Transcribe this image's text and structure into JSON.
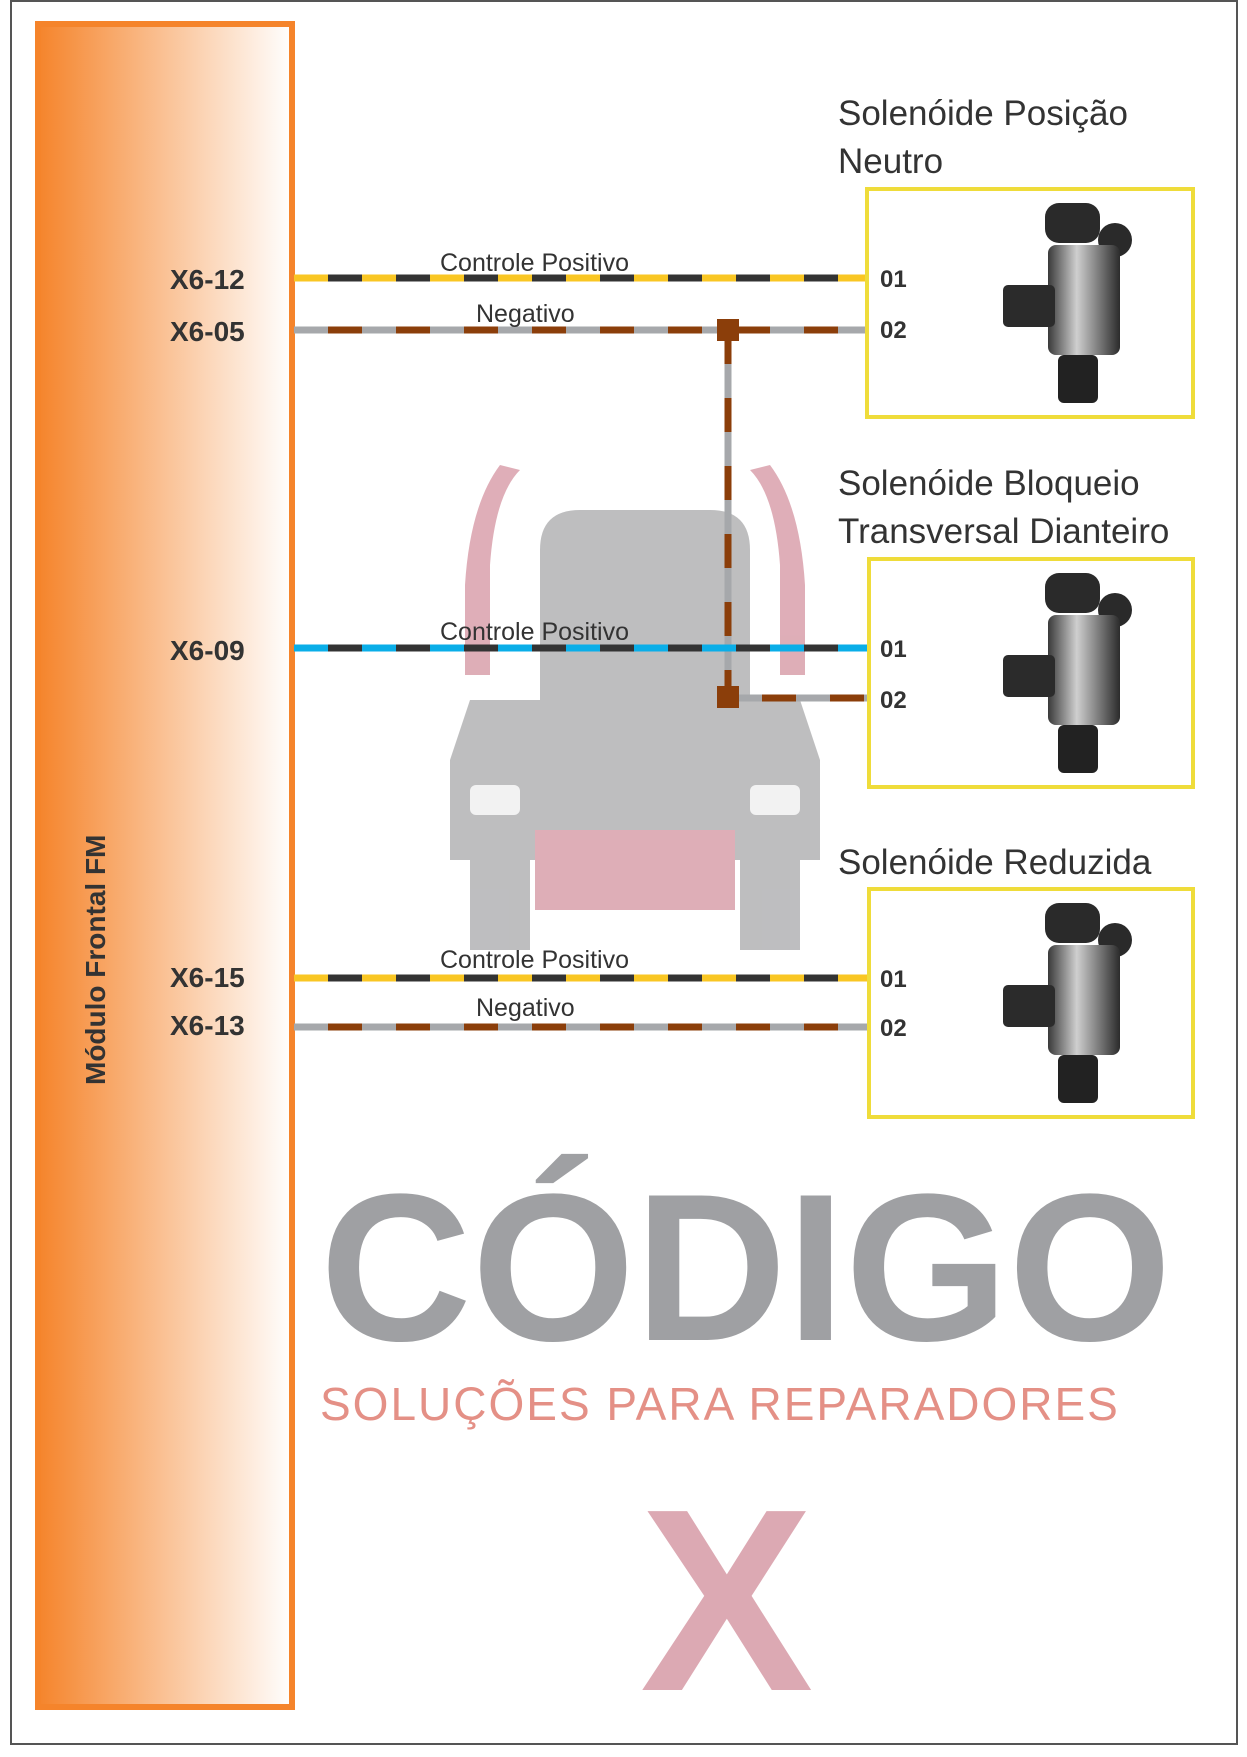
{
  "module": {
    "label": "Módulo Frontal FM"
  },
  "connections": [
    {
      "pin": "X6-12",
      "wire_label": "Controle Positivo",
      "colors": [
        "#f9c623",
        "#333333"
      ],
      "terminal": "01"
    },
    {
      "pin": "X6-05",
      "wire_label": "Negativo",
      "colors": [
        "#a6a8ab",
        "#8b3e0a"
      ],
      "terminal": "02"
    },
    {
      "pin": "X6-09",
      "wire_label": "Controle Positivo",
      "colors": [
        "#0aaee8",
        "#333333"
      ],
      "terminal": "01"
    },
    {
      "terminal": "02",
      "colors": [
        "#a6a8ab",
        "#8b3e0a"
      ]
    },
    {
      "pin": "X6-15",
      "wire_label": "Controle Positivo",
      "colors": [
        "#f9c623",
        "#333333"
      ],
      "terminal": "01"
    },
    {
      "pin": "X6-13",
      "wire_label": "Negativo",
      "colors": [
        "#a6a8ab",
        "#8b3e0a"
      ],
      "terminal": "02"
    }
  ],
  "components": [
    {
      "title_line1": "Solenóide Posição",
      "title_line2": "Neutro"
    },
    {
      "title_line1": "Solenóide Bloqueio",
      "title_line2": "Transversal Dianteiro"
    },
    {
      "title_line1": "Solenóide Reduzida",
      "title_line2": ""
    }
  ],
  "watermark": {
    "brand": "CÓDIGO",
    "brand_x": "X",
    "tagline": "SOLUÇÕES PARA REPARADORES"
  },
  "colors": {
    "module": "#f5842b",
    "box": "#efdc3a",
    "junction": "#8b3e0a"
  }
}
